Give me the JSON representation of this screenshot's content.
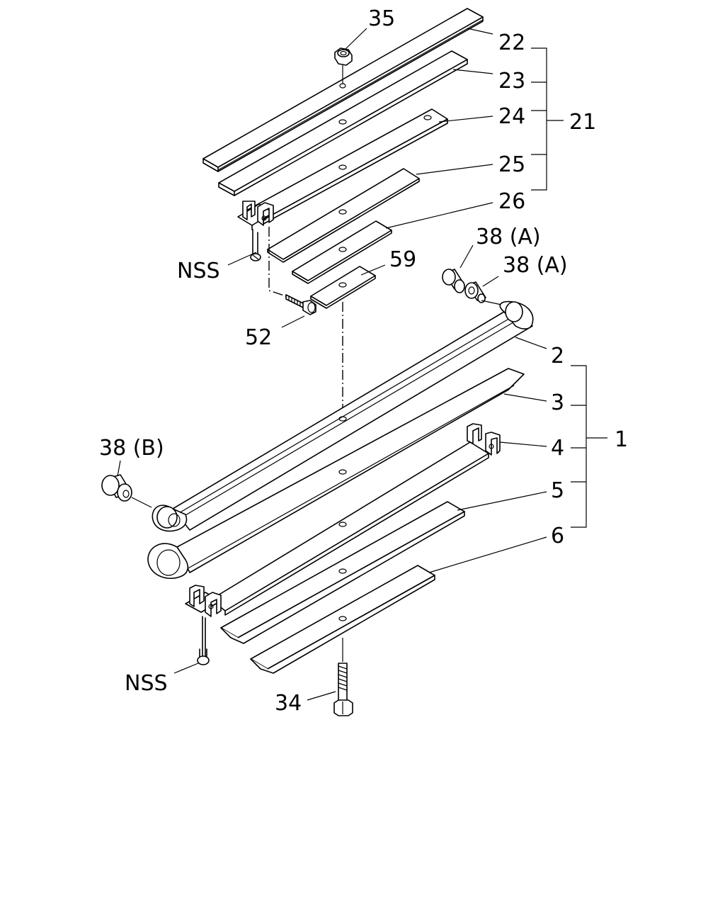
{
  "colors": {
    "line": "#000000",
    "background": "#ffffff"
  },
  "labels": {
    "p35": "35",
    "p22": "22",
    "p23": "23",
    "p24": "24",
    "p21": "21",
    "p25": "25",
    "p26": "26",
    "p38a1": "38 (A)",
    "p38a2": "38 (A)",
    "nss_top": "NSS",
    "p59": "59",
    "p52": "52",
    "p2": "2",
    "p3": "3",
    "p1": "1",
    "p38b": "38 (B)",
    "p4": "4",
    "p5": "5",
    "p6": "6",
    "nss_bottom": "NSS",
    "p34": "34"
  }
}
